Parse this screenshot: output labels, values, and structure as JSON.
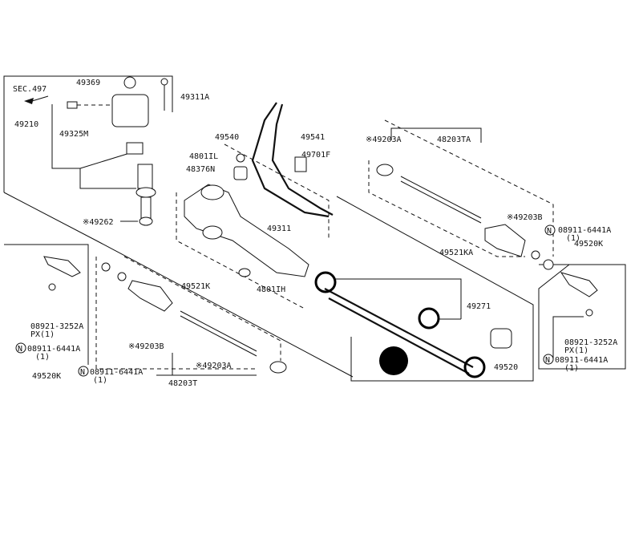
{
  "labels": {
    "sec497": "SEC.497",
    "p49369": "49369",
    "p49311A": "49311A",
    "p49210": "49210",
    "p49325M": "49325M",
    "p49262": "※49262",
    "p49540": "49540",
    "p49541": "49541",
    "p4801IL": "4801IL",
    "p49701F": "49701F",
    "p48376N": "48376N",
    "p49311": "49311",
    "p4801IH": "4801IH",
    "p49203A_top": "※49203A",
    "p48203TA": "48203TA",
    "p49203B_right": "※49203B",
    "p08911_r1": "08911-6441A",
    "p08911_r1q": "(1)",
    "p49521KA": "49521KA",
    "p49520K": "49520K",
    "p49271": "49271",
    "p49520": "49520",
    "p08921_r": "08921-3252A",
    "p08921_rq": "PX(1)",
    "p08911_r2": "08911-6441A",
    "p08911_r2q": "(1)",
    "p08921_l": "08921-3252A",
    "p08921_lq": "PX(1)",
    "p08911_l1": "08911-6441A",
    "p08911_l1q": "(1)",
    "p49520K_left": "49520K",
    "p08911_l2": "08911-6441A",
    "p08911_l2q": "(1)",
    "p49521K": "49521K",
    "p49203B_left": "※49203B",
    "p49203A_bottom": "※49203A",
    "p48203T": "48203T"
  },
  "nut_symbol": "N"
}
